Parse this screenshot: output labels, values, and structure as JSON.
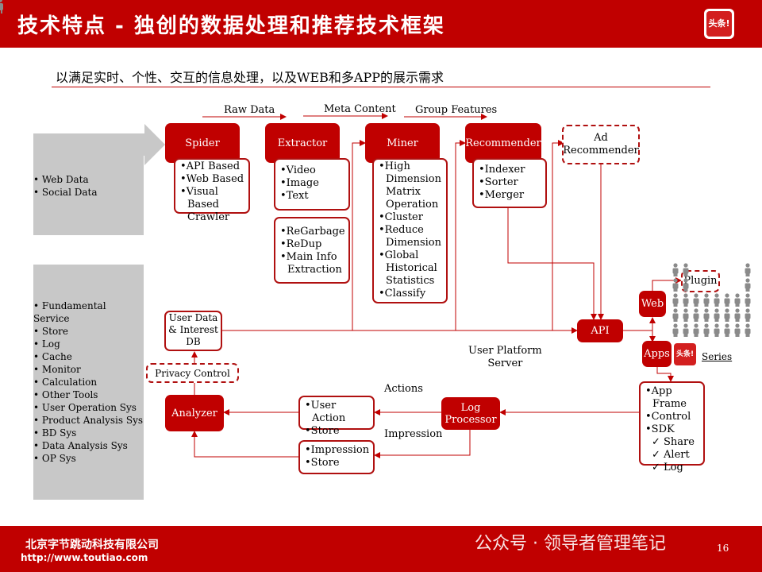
{
  "header": {
    "title": "技术特点 - 独创的数据处理和推荐技术框架",
    "logo_text": "头条!"
  },
  "subtitle": "以满足实时、个性、交互的信息处理，以及WEB和多APP的展示需求",
  "left_panels": {
    "data_sources": [
      "Web Data",
      "Social Data"
    ],
    "services": [
      "Fundamental Service",
      "Store",
      "Log",
      "Cache",
      "Monitor",
      "Calculation",
      "Other Tools",
      "User Operation Sys",
      "Product Analysis Sys",
      "BD Sys",
      "Data Analysis Sys",
      "OP Sys"
    ]
  },
  "flow_labels": {
    "raw_data": "Raw Data",
    "meta_content": "Meta Content",
    "group_features": "Group Features",
    "actions": "Actions",
    "impression": "Impression",
    "user_platform_server": "User Platform\nServer",
    "series": "Series"
  },
  "nodes": {
    "spider": "Spider",
    "extractor": "Extractor",
    "miner": "Miner",
    "recommender": "Recommender",
    "ad_recommender": "Ad\nRecommender",
    "api": "API",
    "web": "Web",
    "apps": "Apps",
    "plugin": "Plugin",
    "log_processor": "Log\nProcessor",
    "analyzer": "Analyzer",
    "user_db": "User Data\n& Interest\nDB",
    "privacy_control": "Privacy Control"
  },
  "detail_lists": {
    "spider": [
      "API Based",
      "Web Based",
      "Visual Based Crawler"
    ],
    "extractor": [
      "Video",
      "Image",
      "Text"
    ],
    "extractor_extra": [
      "ReGarbage",
      "ReDup",
      "Main Info Extraction"
    ],
    "miner": [
      "High Dimension Matrix Operation",
      "Cluster",
      "Reduce Dimension",
      "Global Historical Statistics",
      "Classify"
    ],
    "recommender": [
      "Indexer",
      "Sorter",
      "Merger"
    ],
    "user_action": [
      "User Action",
      "Store"
    ],
    "impression_store": [
      "Impression",
      "Store"
    ],
    "app_frame": [
      "App Frame",
      "Control",
      "SDK"
    ],
    "sdk_items": [
      "Share",
      "Alert",
      "Log"
    ]
  },
  "footer": {
    "company": "北京字节跳动科技有限公司",
    "url": "http://www.toutiao.com",
    "watermark": "公众号 · 领导者管理笔记",
    "page": "16"
  },
  "colors": {
    "brand_red": "#c00000",
    "panel_gray": "#c8c8c8",
    "person_gray": "#8a8a8a"
  }
}
